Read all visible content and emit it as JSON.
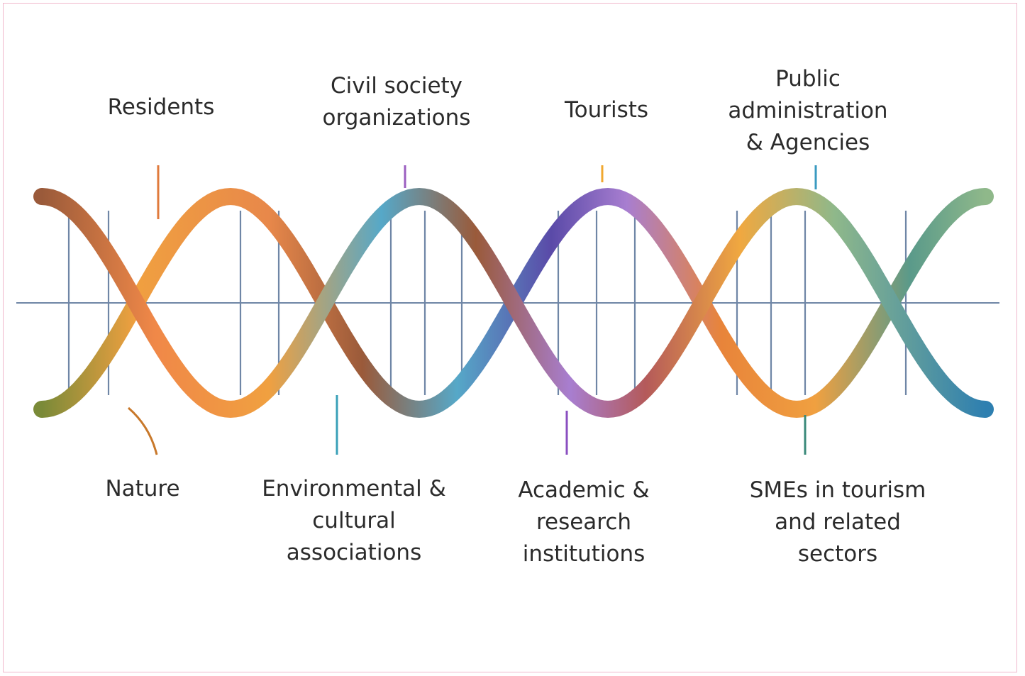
{
  "stakeholders_top": [
    {
      "label": "Residents",
      "color": "#e07a3c"
    },
    {
      "label": "Civil society\norganizations",
      "color": "#9b5fc0"
    },
    {
      "label": "Tourists",
      "color": "#f0a830"
    },
    {
      "label": "Public\nadministration\n& Agencies",
      "color": "#3a9ac0"
    }
  ],
  "stakeholders_bottom": [
    {
      "label": "Nature",
      "color": "#c8782a"
    },
    {
      "label": "Environmental &\ncultural\nassociations",
      "color": "#3aa0b8"
    },
    {
      "label": "Academic &\nresearch\ninstitutions",
      "color": "#8a4fc0"
    },
    {
      "label": "SMEs in tourism\nand related sectors",
      "color": "#3a8a7a"
    }
  ],
  "colors": {
    "frame_border": "#f0b8cc",
    "rungs": "#6f86a6",
    "strand_a": [
      "#9a5a3a",
      "#f0a040",
      "#56a8c8",
      "#9a5a3a",
      "#b45a5a",
      "#f0a040",
      "#8fb88a",
      "#2e7fb0"
    ],
    "strand_b": [
      "#f08848",
      "#56a8c8",
      "#a87ed0",
      "#f0a840",
      "#f0a040",
      "#5a9a8a",
      "#8fb88a"
    ]
  }
}
